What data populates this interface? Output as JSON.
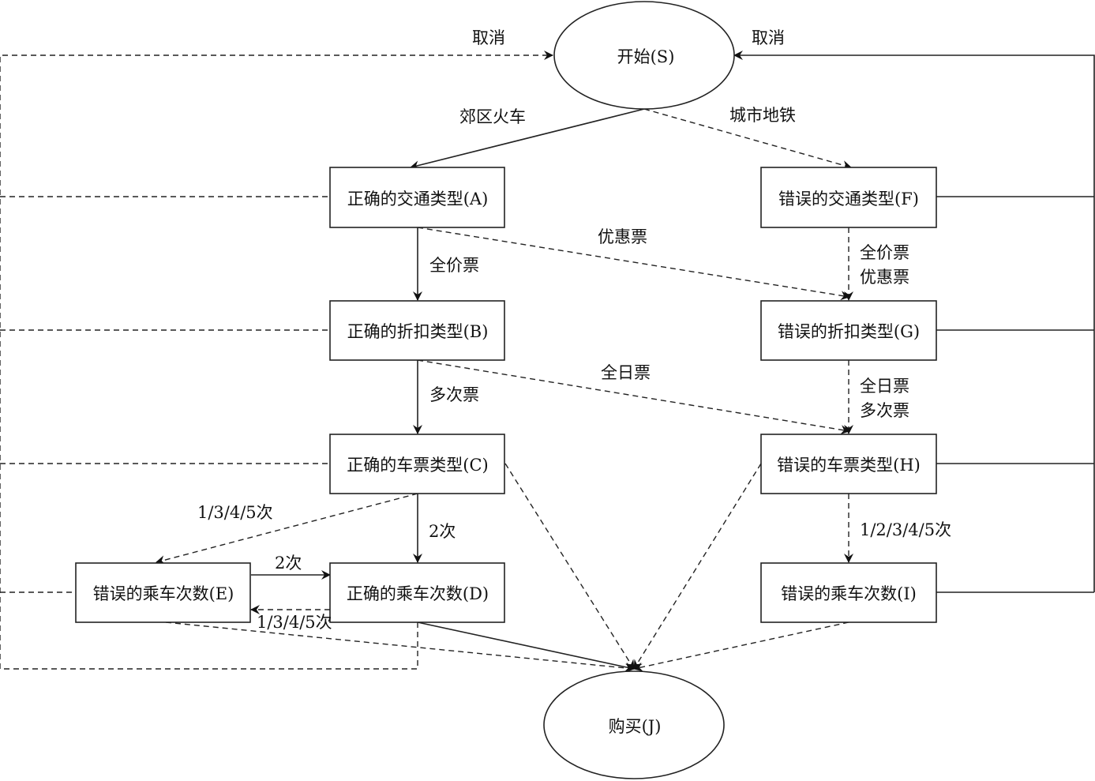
{
  "diagram": {
    "type": "state-transition",
    "nodes": {
      "S": {
        "label": "开始(S)",
        "shape": "ellipse"
      },
      "A": {
        "label": "正确的交通类型(A)",
        "shape": "rect"
      },
      "B": {
        "label": "正确的折扣类型(B)",
        "shape": "rect"
      },
      "C": {
        "label": "正确的车票类型(C)",
        "shape": "rect"
      },
      "D": {
        "label": "正确的乘车次数(D)",
        "shape": "rect"
      },
      "E": {
        "label": "错误的乘车次数(E)",
        "shape": "rect"
      },
      "F": {
        "label": "错误的交通类型(F)",
        "shape": "rect"
      },
      "G": {
        "label": "错误的折扣类型(G)",
        "shape": "rect"
      },
      "H": {
        "label": "错误的车票类型(H)",
        "shape": "rect"
      },
      "I": {
        "label": "错误的乘车次数(I)",
        "shape": "rect"
      },
      "J": {
        "label": "购买(J)",
        "shape": "ellipse"
      }
    },
    "edges": [
      {
        "from": "S",
        "to": "A",
        "label": "郊区火车",
        "style": "solid"
      },
      {
        "from": "S",
        "to": "F",
        "label": "城市地铁",
        "style": "dashed"
      },
      {
        "from": "A",
        "to": "B",
        "label": "全价票",
        "style": "solid"
      },
      {
        "from": "A",
        "to": "G",
        "label": "优惠票",
        "style": "dashed"
      },
      {
        "from": "F",
        "to": "G",
        "label": [
          "全价票",
          "优惠票"
        ],
        "style": "dashed"
      },
      {
        "from": "B",
        "to": "C",
        "label": "多次票",
        "style": "solid"
      },
      {
        "from": "B",
        "to": "H",
        "label": "全日票",
        "style": "dashed"
      },
      {
        "from": "G",
        "to": "H",
        "label": [
          "全日票",
          "多次票"
        ],
        "style": "dashed"
      },
      {
        "from": "C",
        "to": "D",
        "label": "2次",
        "style": "solid"
      },
      {
        "from": "C",
        "to": "E",
        "label": "1/3/4/5次",
        "style": "dashed"
      },
      {
        "from": "E",
        "to": "D",
        "label": "2次",
        "style": "solid"
      },
      {
        "from": "D",
        "to": "E",
        "label": "1/3/4/5次",
        "style": "dashed"
      },
      {
        "from": "H",
        "to": "I",
        "label": "1/2/3/4/5次",
        "style": "dashed"
      },
      {
        "from": "D",
        "to": "J",
        "label": "",
        "style": "solid"
      },
      {
        "from": "C",
        "to": "J",
        "label": "",
        "style": "dashed"
      },
      {
        "from": "E",
        "to": "J",
        "label": "",
        "style": "dashed"
      },
      {
        "from": "H",
        "to": "J",
        "label": "",
        "style": "dashed"
      },
      {
        "from": "I",
        "to": "J",
        "label": "",
        "style": "dashed"
      },
      {
        "from": [
          "A",
          "B",
          "C",
          "D",
          "E"
        ],
        "to": "S",
        "label": "取消",
        "style": "dashed"
      },
      {
        "from": [
          "F",
          "G",
          "H",
          "I"
        ],
        "to": "S",
        "label": "取消",
        "style": "solid"
      }
    ],
    "labels": {
      "cancel_left": "取消",
      "cancel_right": "取消",
      "suburban_train": "郊区火车",
      "city_subway": "城市地铁",
      "full_price": "全价票",
      "discount": "优惠票",
      "fg_line1": "全价票",
      "fg_line2": "优惠票",
      "multi_ticket": "多次票",
      "day_ticket": "全日票",
      "gh_line1": "全日票",
      "gh_line2": "多次票",
      "cd_two": "2次",
      "ce_other": "1/3/4/5次",
      "ed_two": "2次",
      "de_other": "1/3/4/5次",
      "hi_all": "1/2/3/4/5次"
    }
  }
}
